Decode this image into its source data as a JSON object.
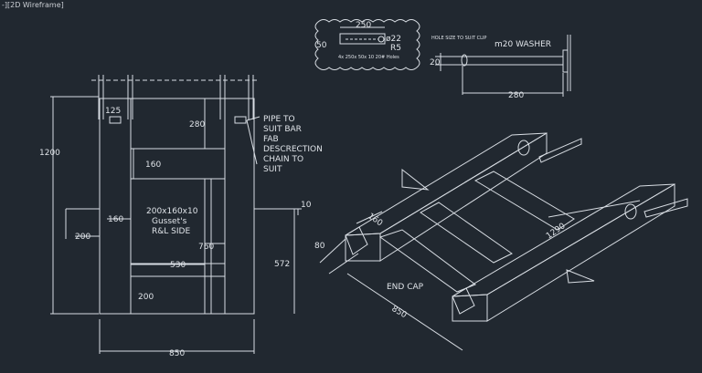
{
  "viewport": {
    "label": "-][2D Wireframe]",
    "background": "#212830",
    "line_color": "#d8dde3"
  },
  "elevation": {
    "dims": {
      "d125": "125",
      "d280": "280",
      "d1200": "1200",
      "d160_top": "160",
      "d160_left": "160",
      "d200_left": "200",
      "d760": "760",
      "d530": "530",
      "d572": "572",
      "d200_bottom": "200",
      "d850": "850",
      "d10": "10"
    },
    "notes": {
      "gusset_line1": "200x160x10",
      "gusset_line2": "Gusset's",
      "gusset_line3": "R&L SIDE",
      "pipe_line1": "PIPE TO",
      "pipe_line2": "SUIT BAR",
      "pipe_line3": "FAB",
      "pipe_line4": "DESCRECTION",
      "pipe_line5": "CHAIN TO",
      "pipe_line6": "SUIT"
    }
  },
  "plate_detail": {
    "d250": "250",
    "d50": "50",
    "d22": "ø22",
    "r5": "R5",
    "note": "4x 250x 50x 10  20# Holes"
  },
  "pin_detail": {
    "hole_note": "HOLE SIZE TO SUIT CLIP",
    "washer": "m20 WASHER",
    "d20": "20",
    "d280": "280"
  },
  "iso_view": {
    "d160": "160",
    "d80": "80",
    "d1290": "1290",
    "d850": "850",
    "end_cap": "END CAP"
  }
}
